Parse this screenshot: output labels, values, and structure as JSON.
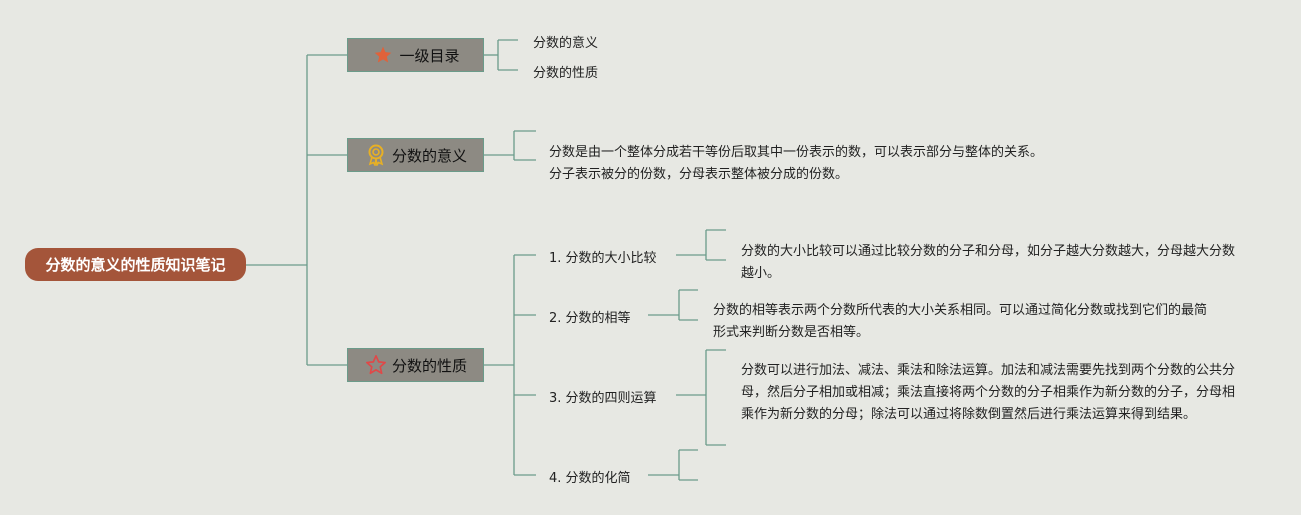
{
  "root": {
    "label": "分数的意义的性质知识笔记"
  },
  "branches": [
    {
      "label": "一级目录",
      "icon": "star-icon",
      "icon_color": "#e0623a",
      "items": [
        "分数的意义",
        "分数的性质"
      ]
    },
    {
      "label": "分数的意义",
      "icon": "award-medal-icon",
      "icon_color": "#e8b024",
      "text": "分数是由一个整体分成若干等份后取其中一份表示的数，可以表示部分与整体的关系。分子表示被分的份数，分母表示整体被分成的份数。"
    },
    {
      "label": "分数的性质",
      "icon": "star-outline-icon",
      "icon_color": "#e04848",
      "topics": [
        {
          "label": "1. 分数的大小比较",
          "text": "分数的大小比较可以通过比较分数的分子和分母，如分子越大分数越大，分母越大分数越小。"
        },
        {
          "label": "2. 分数的相等",
          "text": "分数的相等表示两个分数所代表的大小关系相同。可以通过简化分数或找到它们的最简形式来判断分数是否相等。"
        },
        {
          "label": "3. 分数的四则运算",
          "text": "分数可以进行加法、减法、乘法和除法运算。加法和减法需要先找到两个分数的公共分母，然后分子相加或相减；乘法直接将两个分数的分子相乘作为新分数的分子，分母相乘作为新分数的分母；除法可以通过将除数倒置然后进行乘法运算来得到结果。"
        },
        {
          "label": "4. 分数的化简",
          "text": ""
        }
      ]
    }
  ],
  "colors": {
    "root_bg": "#a4553a",
    "node_bg": "#8d8a83",
    "line": "#6b9b8a",
    "background": "#e7e8e3"
  }
}
